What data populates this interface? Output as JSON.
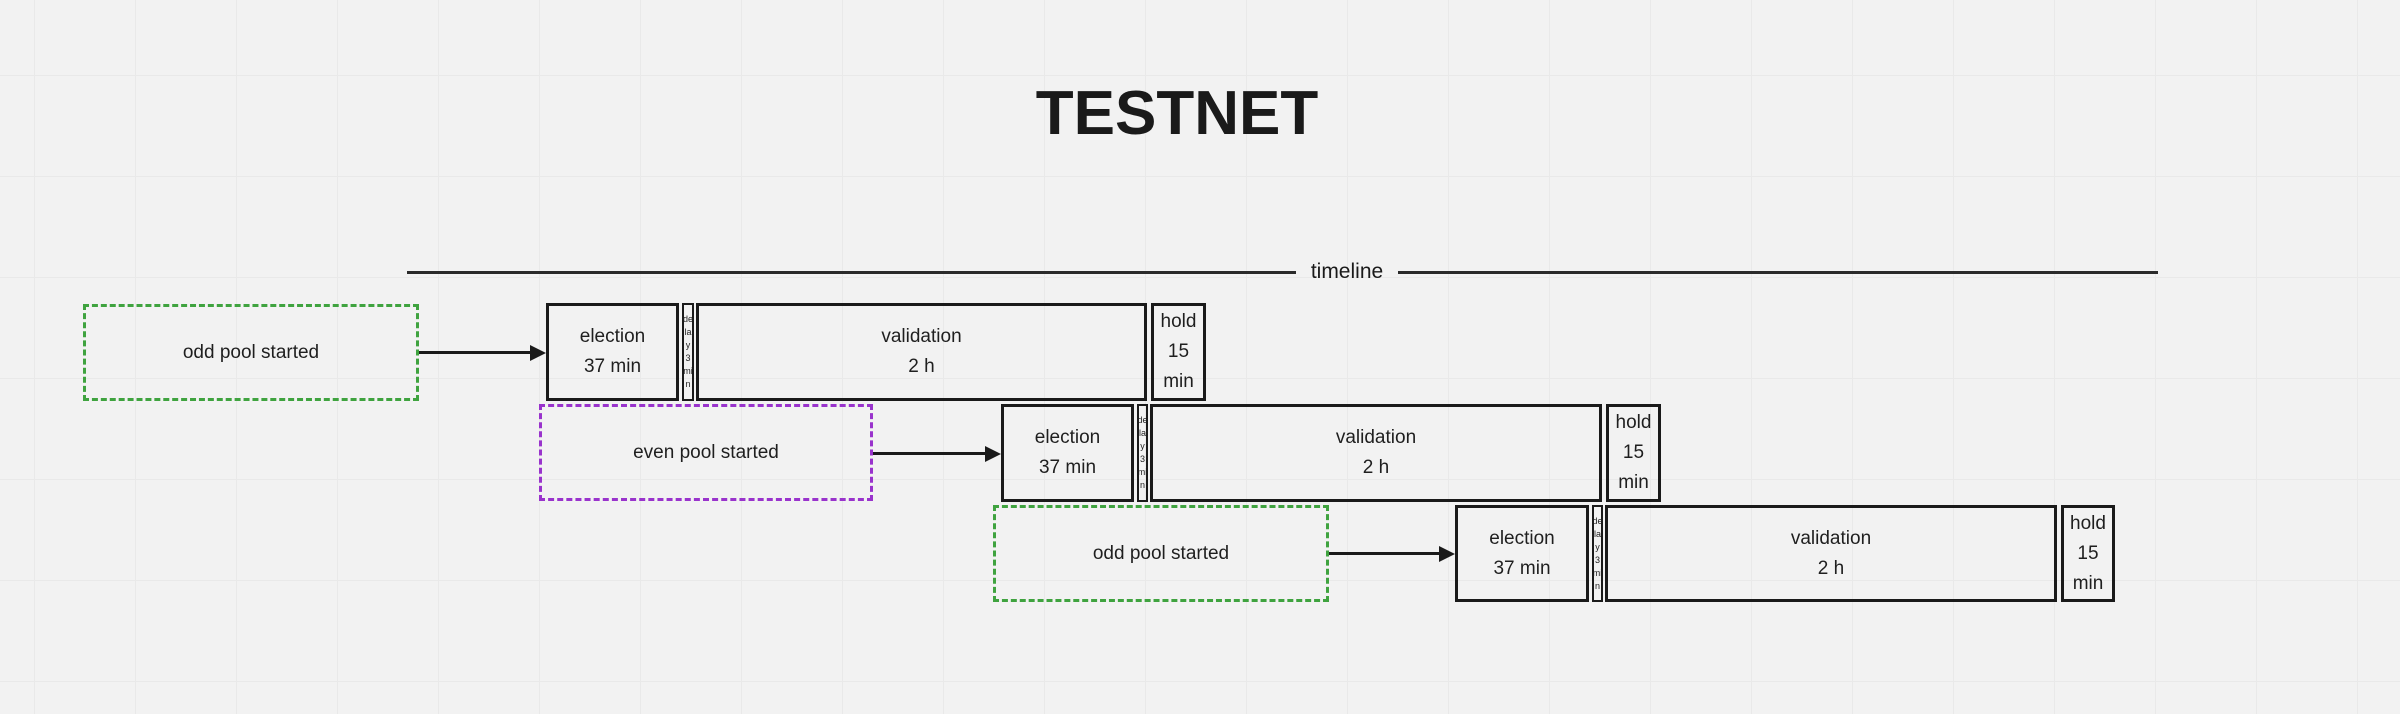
{
  "title": "TESTNET",
  "timeline": {
    "label": "timeline"
  },
  "colors": {
    "background": "#f2f2f2",
    "grid_line": "#e9e9e9",
    "border_dark": "#1a1a1a",
    "odd_pool_green": "#3fa33f",
    "even_pool_purple": "#9933cc"
  },
  "rows": [
    {
      "start": {
        "label": "odd pool started"
      },
      "election": {
        "title": "election",
        "duration": "37 min"
      },
      "delay": {
        "label": "delay 3 min",
        "lines": [
          "de",
          "la",
          "y",
          "3",
          "mi",
          "n"
        ]
      },
      "validation": {
        "title": "validation",
        "duration": "2 h"
      },
      "hold": {
        "label": "hold 15 min",
        "lines": [
          "hold",
          "15",
          "min"
        ]
      }
    },
    {
      "start": {
        "label": "even pool started"
      },
      "election": {
        "title": "election",
        "duration": "37 min"
      },
      "delay": {
        "label": "delay 3 min",
        "lines": [
          "de",
          "la",
          "y",
          "3",
          "mi",
          "n"
        ]
      },
      "validation": {
        "title": "validation",
        "duration": "2 h"
      },
      "hold": {
        "label": "hold 15 min",
        "lines": [
          "hold",
          "15",
          "min"
        ]
      }
    },
    {
      "start": {
        "label": "odd pool started"
      },
      "election": {
        "title": "election",
        "duration": "37 min"
      },
      "delay": {
        "label": "delay 3 min",
        "lines": [
          "de",
          "la",
          "y",
          "3",
          "mi",
          "n"
        ]
      },
      "validation": {
        "title": "validation",
        "duration": "2 h"
      },
      "hold": {
        "label": "hold 15 min",
        "lines": [
          "hold",
          "15",
          "min"
        ]
      }
    }
  ]
}
